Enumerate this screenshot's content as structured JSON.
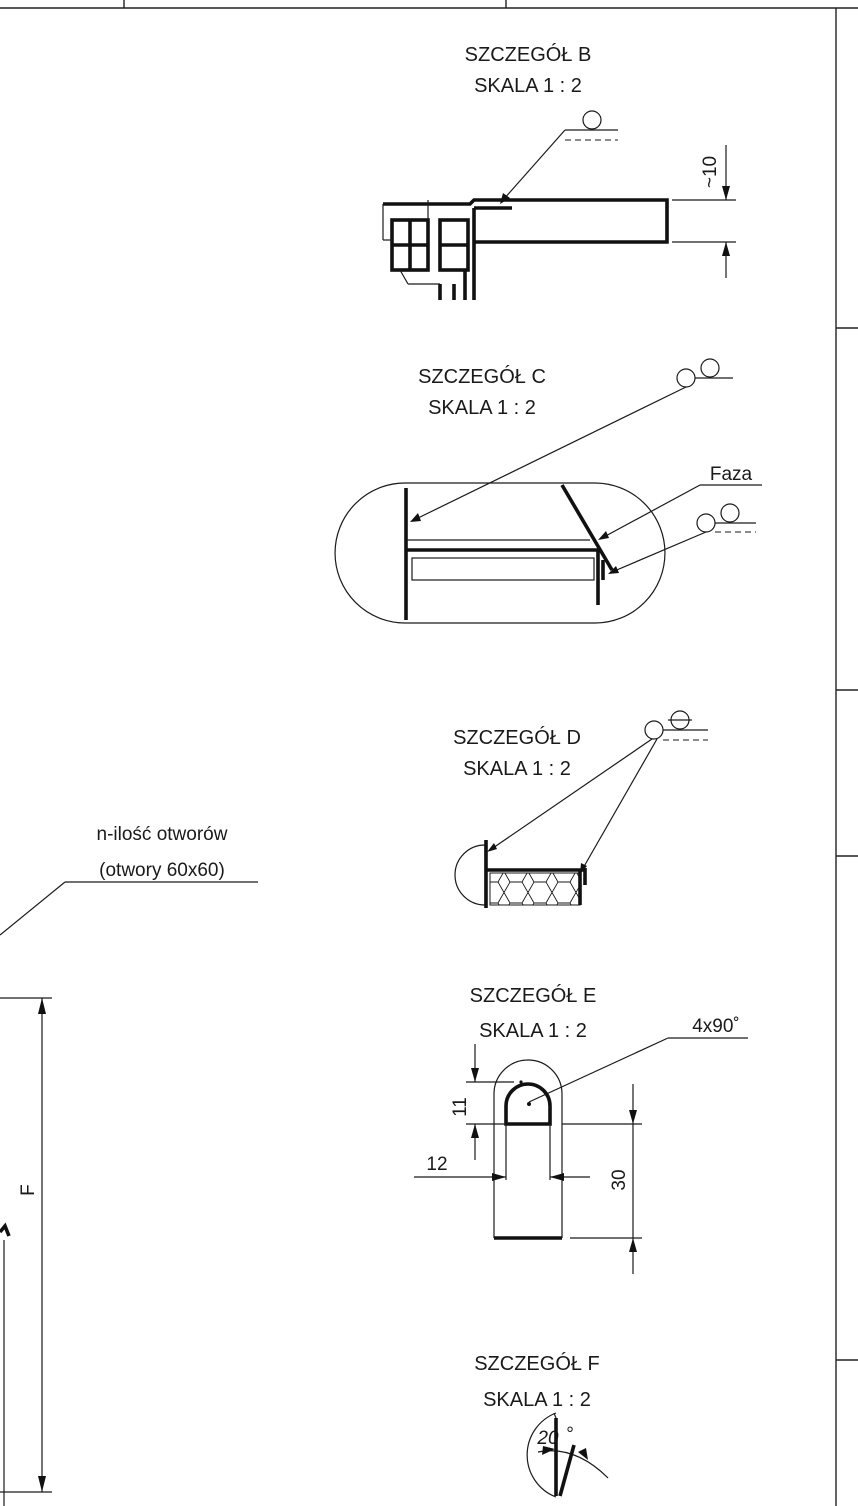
{
  "details": [
    {
      "id": "B",
      "title": "SZCZEGÓŁ B",
      "scale": "SKALA 1 : 2",
      "dimension": "~10"
    },
    {
      "id": "C",
      "title": "SZCZEGÓŁ C",
      "scale": "SKALA 1 : 2",
      "note": "Faza"
    },
    {
      "id": "D",
      "title": "SZCZEGÓŁ D",
      "scale": "SKALA 1 : 2"
    },
    {
      "id": "E",
      "title": "SZCZEGÓŁ E",
      "scale": "SKALA 1 : 2",
      "chamfer": "4x90˚",
      "dims": [
        "11",
        "12",
        "30"
      ]
    },
    {
      "id": "F",
      "title": "SZCZEGÓŁ F",
      "scale": "SKALA 1 : 2",
      "angle": "20",
      "angle_unit": "°"
    }
  ],
  "holes_note": {
    "line1": "n-ilość otworów",
    "line2": "(otwory 60x60)"
  },
  "main_dimension": "F",
  "colors": {
    "line": "#1a1a1a",
    "background": "#ffffff"
  }
}
